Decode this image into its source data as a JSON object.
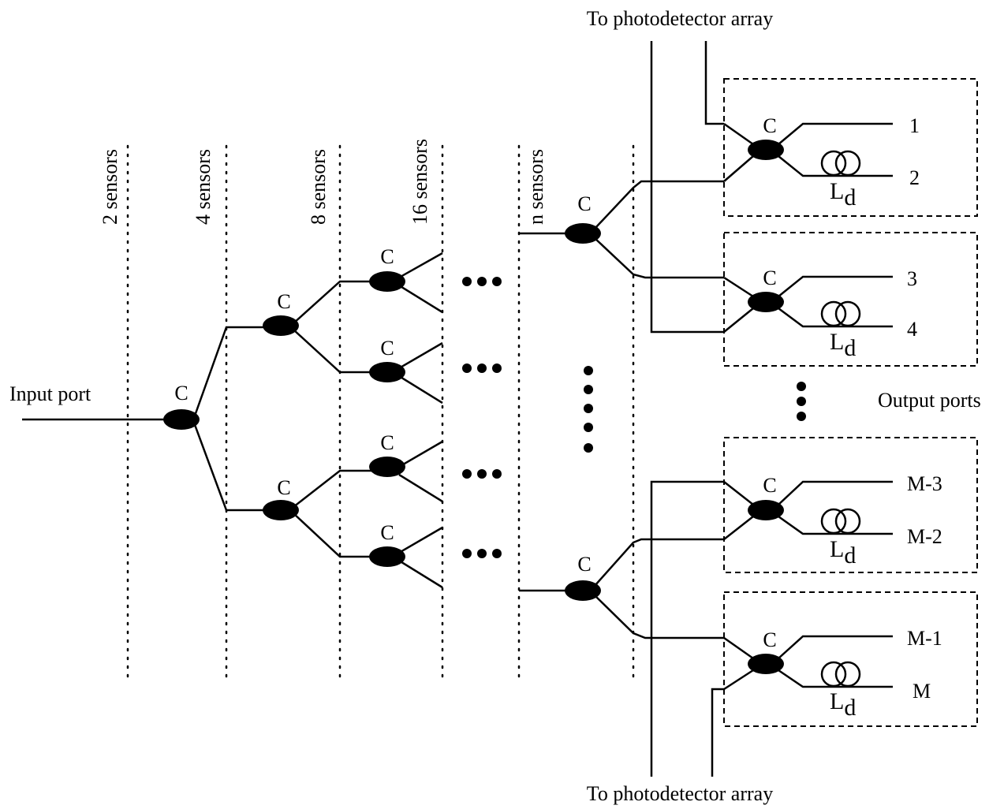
{
  "labels": {
    "input_port": "Input port",
    "output_ports": "Output ports",
    "top_detector": "To photodetector array",
    "bottom_detector": "To photodetector array",
    "coupler": "C",
    "delay_main": "L",
    "delay_sub": "d"
  },
  "stages": [
    "2 sensors",
    "4 sensors",
    "8 sensors",
    "16 sensors",
    "n sensors"
  ],
  "ports": [
    "1",
    "2",
    "3",
    "4",
    "M-3",
    "M-2",
    "M-1",
    "M"
  ]
}
